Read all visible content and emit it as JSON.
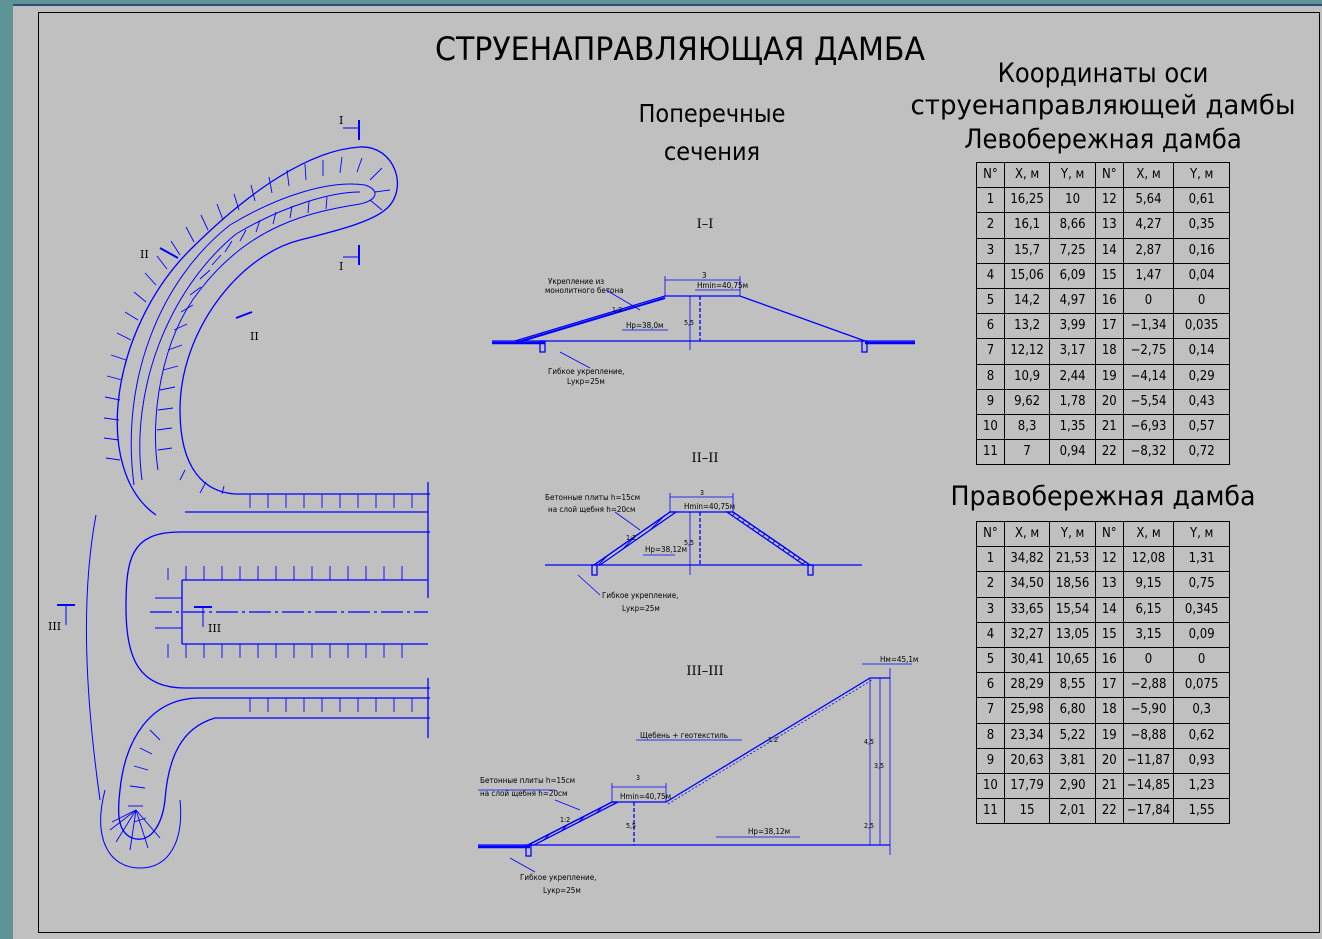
{
  "main_title": "СТРУЕНАПРАВЛЯЮЩАЯ ДАМБА",
  "sections_title": [
    "Поперечные",
    "сечения"
  ],
  "coords_title": [
    "Координаты оси",
    "струенаправляющей дамбы"
  ],
  "left_bank": {
    "title": "Левобережная дамба",
    "headers": [
      "N°",
      "X, м",
      "Y, м",
      "N°",
      "X, м",
      "Y, м"
    ],
    "rows": [
      [
        "1",
        "16,25",
        "10",
        "12",
        "5,64",
        "0,61"
      ],
      [
        "2",
        "16,1",
        "8,66",
        "13",
        "4,27",
        "0,35"
      ],
      [
        "3",
        "15,7",
        "7,25",
        "14",
        "2,87",
        "0,16"
      ],
      [
        "4",
        "15,06",
        "6,09",
        "15",
        "1,47",
        "0,04"
      ],
      [
        "5",
        "14,2",
        "4,97",
        "16",
        "0",
        "0"
      ],
      [
        "6",
        "13,2",
        "3,99",
        "17",
        "−1,34",
        "0,035"
      ],
      [
        "7",
        "12,12",
        "3,17",
        "18",
        "−2,75",
        "0,14"
      ],
      [
        "8",
        "10,9",
        "2,44",
        "19",
        "−4,14",
        "0,29"
      ],
      [
        "9",
        "9,62",
        "1,78",
        "20",
        "−5,54",
        "0,43"
      ],
      [
        "10",
        "8,3",
        "1,35",
        "21",
        "−6,93",
        "0,57"
      ],
      [
        "11",
        "7",
        "0,94",
        "22",
        "−8,32",
        "0,72"
      ]
    ]
  },
  "right_bank": {
    "title": "Правобережная дамба",
    "headers": [
      "N°",
      "X, м",
      "Y, м",
      "N°",
      "X, м",
      "Y, м"
    ],
    "rows": [
      [
        "1",
        "34,82",
        "21,53",
        "12",
        "12,08",
        "1,31"
      ],
      [
        "2",
        "34,50",
        "18,56",
        "13",
        "9,15",
        "0,75"
      ],
      [
        "3",
        "33,65",
        "15,54",
        "14",
        "6,15",
        "0,345"
      ],
      [
        "4",
        "32,27",
        "13,05",
        "15",
        "3,15",
        "0,09"
      ],
      [
        "5",
        "30,41",
        "10,65",
        "16",
        "0",
        "0"
      ],
      [
        "6",
        "28,29",
        "8,55",
        "17",
        "−2,88",
        "0,075"
      ],
      [
        "7",
        "25,98",
        "6,80",
        "18",
        "−5,90",
        "0,3"
      ],
      [
        "8",
        "23,34",
        "5,22",
        "19",
        "−8,88",
        "0,62"
      ],
      [
        "9",
        "20,63",
        "3,81",
        "20",
        "−11,87",
        "0,93"
      ],
      [
        "10",
        "17,79",
        "2,90",
        "21",
        "−14,85",
        "1,23"
      ],
      [
        "11",
        "15",
        "2,01",
        "22",
        "−17,84",
        "1,55"
      ]
    ]
  },
  "plan": {
    "marks": [
      "I",
      "I",
      "II",
      "II",
      "III",
      "III"
    ]
  },
  "section_1": {
    "label": "I–I",
    "notes": [
      "Укрепление из",
      "монолитного бетона",
      "Гибкое укрепление,",
      "Lукр=25м"
    ],
    "dims": [
      "Hmin=40,75м",
      "Нр=38,0м",
      "3",
      "1:2",
      "5,5"
    ]
  },
  "section_2": {
    "label": "II–II",
    "notes": [
      "Бетонные плиты h=15см",
      "на слой щебня h=20см",
      "Гибкое укрепление,",
      "Lукр=25м"
    ],
    "dims": [
      "Hmin=40,75м",
      "Нр=38,12м",
      "3",
      "1:2",
      "5,5"
    ]
  },
  "section_3": {
    "label": "III–III",
    "notes": [
      "Щебень + геотекстиль",
      "Бетонные плиты h=15см",
      "на слой щебня h=20см",
      "Гибкое укрепление,",
      "Lукр=25м"
    ],
    "dims": [
      "Hм=45,1м",
      "Hmin=40,75м",
      "Нр=38,12м",
      "3",
      "1:2",
      "1:2",
      "5,5",
      "4,5",
      "2,5",
      "3,5"
    ]
  },
  "colors": {
    "line": "#0000ff",
    "text": "#000000",
    "sheet": "#c0c0c0",
    "frame": "#5e9496"
  }
}
